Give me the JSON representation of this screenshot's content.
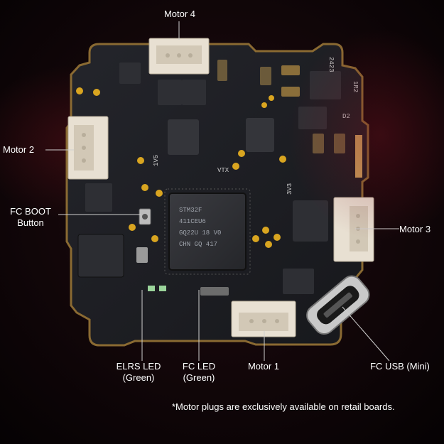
{
  "labels": {
    "motor4": "Motor 4",
    "motor2": "Motor 2",
    "fc_boot_line1": "FC BOOT",
    "fc_boot_line2": "Button",
    "motor3": "Motor 3",
    "elrs_led_line1": "ELRS LED",
    "elrs_led_line2": "(Green)",
    "fc_led_line1": "FC LED",
    "fc_led_line2": "(Green)",
    "motor1": "Motor 1",
    "fc_usb": "FC USB (Mini)"
  },
  "footnote": "*Motor plugs are exclusively available on retail boards.",
  "board_silkscreen": {
    "mcu_lines": [
      "STM32F",
      "411CEU6",
      "GQ22U 18 V0",
      "CHN GQ 417"
    ],
    "top_right": "2423",
    "right": "1R2",
    "d2": "D2",
    "vtx": "VTX",
    "v5": "1V5",
    "v3": "3V3"
  },
  "colors": {
    "background": "#0b0406",
    "board": "#1c1d22",
    "board_edge": "#8a6a32",
    "connector": "#e8e0d2",
    "pad_gold": "#d9a520",
    "leader_line": "#cfcfcf"
  }
}
